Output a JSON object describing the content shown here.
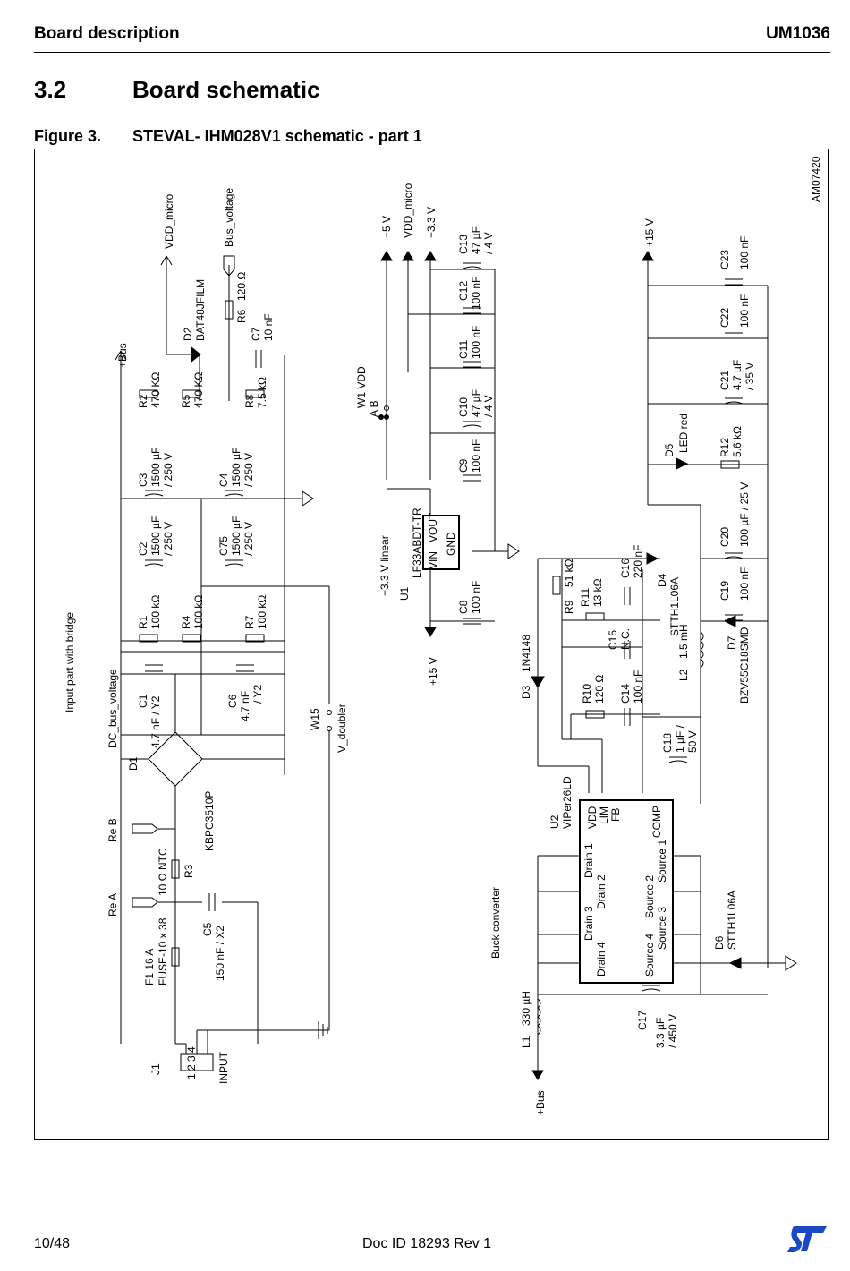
{
  "header": {
    "section": "Board description",
    "doc": "UM1036"
  },
  "section": {
    "number": "3.2",
    "title": "Board schematic"
  },
  "figure": {
    "label": "Figure 3.",
    "title": "STEVAL- IHM028V1 schematic - part 1",
    "id": "AM07420"
  },
  "blocks": {
    "input": "Input part with bridge",
    "buck": "Buck converter"
  },
  "nets": {
    "vdd_micro": "VDD_micro",
    "bus_voltage": "Bus_voltage",
    "plus_bus": "+Bus",
    "dc_bus_voltage": "DC_bus_voltage",
    "re_b": "Re B",
    "re_a": "Re A",
    "input": "INPUT",
    "v_doubler": "V_doubler",
    "w15": "W15",
    "plus5": "+5 V",
    "vdd_micro2": "VDD_micro",
    "plus3v3": "+3.3 V",
    "plus15": "+15 V",
    "plus15b": "+15 V",
    "plus3v3_linear": "+3.3 V linear",
    "w1": "W1 VDD",
    "w1_ab": "A B",
    "plus_bus2": "+Bus"
  },
  "components": {
    "r2": [
      "R2",
      "470 KΩ"
    ],
    "r5": [
      "R5",
      "470 KΩ"
    ],
    "r8": [
      "R8",
      "7.5 kΩ"
    ],
    "d2": [
      "D2",
      "BAT48JFILM"
    ],
    "r6": [
      "R6",
      "120 Ω"
    ],
    "c7": [
      "C7",
      "10 nF"
    ],
    "c3": [
      "C3",
      "1500 µF",
      "/ 250 V"
    ],
    "c4": [
      "C4",
      "1500 µF",
      "/ 250 V"
    ],
    "c2": [
      "C2",
      "1500 µF",
      "/ 250 V"
    ],
    "c75": [
      "C75",
      "1500 µF",
      "/ 250 V"
    ],
    "r1": [
      "R1",
      "100 kΩ"
    ],
    "r4": [
      "R4",
      "100 kΩ"
    ],
    "r7": [
      "R7",
      "100 kΩ"
    ],
    "c1": [
      "C1",
      "4.7 nF / Y2"
    ],
    "c6": [
      "C6",
      "4.7 nF",
      "/ Y2"
    ],
    "d1": [
      "D1",
      "KBPC3510P"
    ],
    "r3": [
      "R3",
      "10 Ω NTC"
    ],
    "c5": [
      "C5",
      "150 nF / X2"
    ],
    "f1": [
      "F1 16 A",
      "FUSE-10 x 38"
    ],
    "j1": [
      "J1",
      "1 2 3 4"
    ],
    "c13": [
      "C13",
      "47 µF",
      "/ 4 V"
    ],
    "c12": [
      "C12",
      "100 nF"
    ],
    "c11": [
      "C11",
      "100 nF"
    ],
    "c10": [
      "C10",
      "47 µF",
      "/ 4 V"
    ],
    "c9": [
      "C9",
      "100 nF"
    ],
    "c8": [
      "C8",
      "100 nF"
    ],
    "u1": [
      "U1",
      "LF33ABDT-TR",
      "VIN",
      "VOUT",
      "GND"
    ],
    "c23": [
      "C23",
      "100 nF"
    ],
    "c22": [
      "C22",
      "100 nF"
    ],
    "c21": [
      "C21",
      "4.7 µF",
      "/ 35 V"
    ],
    "d5": [
      "D5",
      "LED red"
    ],
    "r12": [
      "R12",
      "5.6 kΩ"
    ],
    "c20": [
      "C20",
      "100 µF / 25 V"
    ],
    "c19": [
      "C19",
      "100 nF"
    ],
    "d7": [
      "D7",
      "BZV55C18SMD"
    ],
    "d4": [
      "D4",
      "STTH1L06A"
    ],
    "c16": [
      "C16",
      "220 nF"
    ],
    "r9": [
      "R9",
      "51 kΩ"
    ],
    "r11": [
      "R11",
      "13 kΩ"
    ],
    "c15": [
      "C15",
      "N.C."
    ],
    "l2": [
      "L2",
      "1.5 mH"
    ],
    "r10": [
      "R10",
      "120 Ω"
    ],
    "c14": [
      "C14",
      "100 nF"
    ],
    "c18": [
      "C18",
      "1 µF /",
      "50 V"
    ],
    "d3": [
      "D3",
      "1N4148"
    ],
    "u2": [
      "U2",
      "VIPer26LD",
      "VDD",
      "LIM",
      "FB",
      "COMP",
      "Drain 1",
      "Drain 2",
      "Drain 3",
      "Drain 4",
      "Source 1",
      "Source 2",
      "Source 3",
      "Source 4"
    ],
    "d6": [
      "D6",
      "STTH1L06A"
    ],
    "c17": [
      "C17",
      "3.3 µF",
      "/ 450 V"
    ],
    "l1": [
      "L1",
      "330 µH"
    ]
  },
  "footer": {
    "page": "10/48",
    "doc_id": "Doc ID 18293 Rev 1",
    "logo": "ST"
  }
}
